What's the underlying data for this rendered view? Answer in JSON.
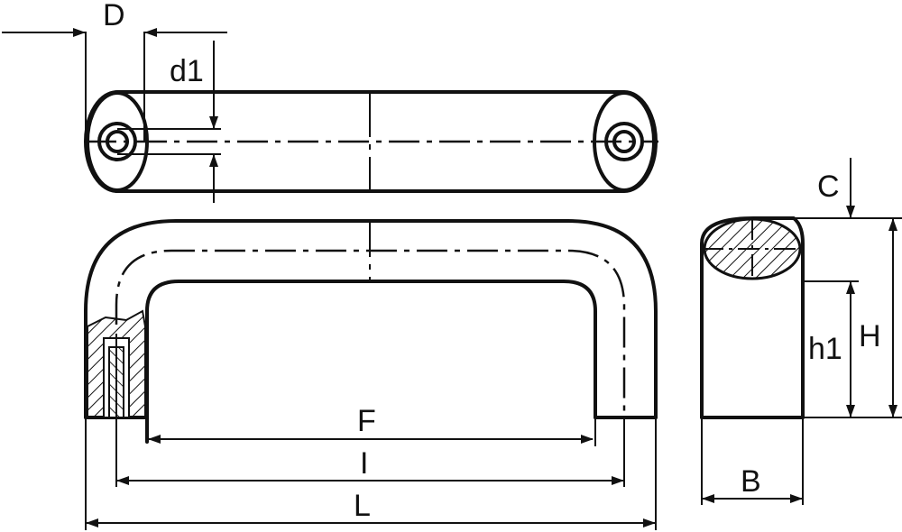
{
  "labels": {
    "D": "D",
    "d1": "d1",
    "C": "C",
    "H": "H",
    "h1": "h1",
    "F": "F",
    "I": "I",
    "L": "L",
    "B": "B"
  }
}
